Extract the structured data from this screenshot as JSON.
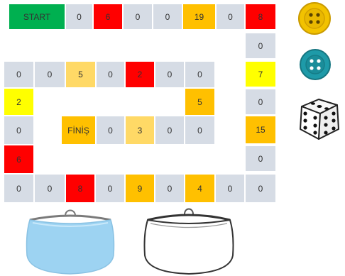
{
  "colors": {
    "gray": "#d6dce5",
    "red": "#ff0000",
    "orange": "#ffc000",
    "light_orange": "#ffd966",
    "yellow": "#ffff00",
    "green": "#00b050",
    "button_yellow": "#f2c200",
    "button_teal": "#1e9aa8",
    "purse_blue": "#9dd3f2"
  },
  "cells": [
    {
      "label": "START",
      "color": "green"
    },
    {
      "label": "0",
      "color": "gray"
    },
    {
      "label": "6",
      "color": "red"
    },
    {
      "label": "0",
      "color": "gray"
    },
    {
      "label": "0",
      "color": "gray"
    },
    {
      "label": "19",
      "color": "orange"
    },
    {
      "label": "0",
      "color": "gray"
    },
    {
      "label": "8",
      "color": "red"
    },
    {
      "label": "0",
      "color": "gray"
    },
    {
      "label": "7",
      "color": "yellow"
    },
    {
      "label": "0",
      "color": "gray"
    },
    {
      "label": "15",
      "color": "orange"
    },
    {
      "label": "0",
      "color": "gray"
    },
    {
      "label": "0",
      "color": "gray"
    },
    {
      "label": "0",
      "color": "gray"
    },
    {
      "label": "4",
      "color": "orange"
    },
    {
      "label": "0",
      "color": "gray"
    },
    {
      "label": "9",
      "color": "orange"
    },
    {
      "label": "0",
      "color": "gray"
    },
    {
      "label": "8",
      "color": "red"
    },
    {
      "label": "0",
      "color": "gray"
    },
    {
      "label": "0",
      "color": "gray"
    },
    {
      "label": "6",
      "color": "red"
    },
    {
      "label": "0",
      "color": "gray"
    },
    {
      "label": "2",
      "color": "yellow"
    },
    {
      "label": "0",
      "color": "gray"
    },
    {
      "label": "0",
      "color": "gray"
    },
    {
      "label": "5",
      "color": "light_orange"
    },
    {
      "label": "0",
      "color": "gray"
    },
    {
      "label": "2",
      "color": "red"
    },
    {
      "label": "0",
      "color": "gray"
    },
    {
      "label": "0",
      "color": "gray"
    },
    {
      "label": "5",
      "color": "orange"
    },
    {
      "label": "0",
      "color": "gray"
    },
    {
      "label": "0",
      "color": "gray"
    },
    {
      "label": "3",
      "color": "light_orange"
    },
    {
      "label": "0",
      "color": "gray"
    },
    {
      "label": "FİNİŞ",
      "color": "orange"
    }
  ],
  "pieces": {
    "button1": "yellow-button-icon",
    "button2": "teal-button-icon",
    "dice": "dice-icon",
    "purse_left": "blue-purse-icon",
    "purse_right": "white-purse-icon"
  }
}
